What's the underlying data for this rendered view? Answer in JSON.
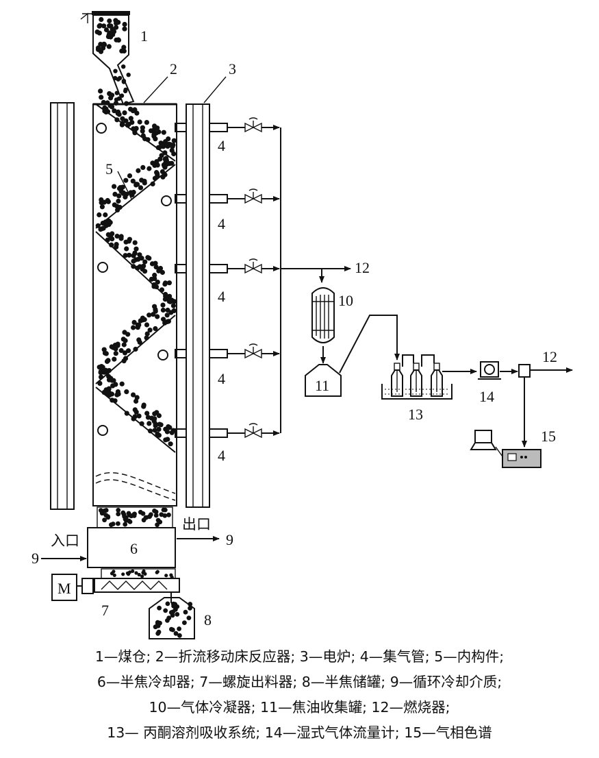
{
  "labels": {
    "n1": "1",
    "n2": "2",
    "n3": "3",
    "n4": "4",
    "n5": "5",
    "n6": "6",
    "n7": "7",
    "n8": "8",
    "n9": "9",
    "n10": "10",
    "n11": "11",
    "n12": "12",
    "n13": "13",
    "n14": "14",
    "n15": "15",
    "motor": "M",
    "inlet": "入口",
    "outlet": "出口"
  },
  "caption": [
    "1—煤仓; 2—折流移动床反应器; 3—电炉; 4—集气管; 5—内构件;",
    "6—半焦冷却器; 7—螺旋出料器; 8—半焦储罐; 9—循环冷却介质;",
    "10—气体冷凝器; 11—焦油收集罐; 12—燃烧器;",
    "13— 丙酮溶剂吸收系统; 14—湿式气体流量计; 15—气相色谱"
  ]
}
